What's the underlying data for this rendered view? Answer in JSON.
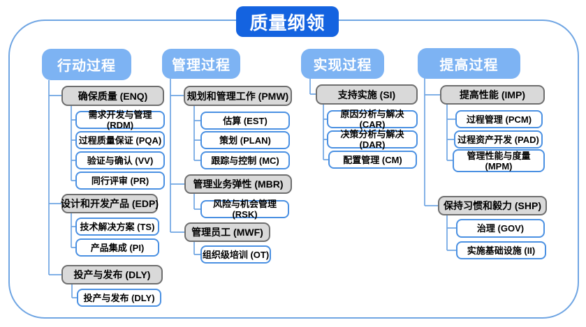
{
  "title": "质量纲领",
  "columns": [
    {
      "header": "行动过程",
      "groups": [
        {
          "label": "确保质量 (ENQ)",
          "children": [
            "需求开发与管理 (RDM)",
            "过程质量保证 (PQA)",
            "验证与确认 (VV)",
            "同行评审 (PR)"
          ]
        },
        {
          "label": "设计和开发产品 (EDP)",
          "children": [
            "技术解决方案 (TS)",
            "产品集成 (PI)"
          ]
        },
        {
          "label": "投产与发布 (DLY)",
          "children": [
            "投产与发布 (DLY)"
          ]
        }
      ]
    },
    {
      "header": "管理过程",
      "groups": [
        {
          "label": "规划和管理工作 (PMW)",
          "children": [
            "估算 (EST)",
            "策划 (PLAN)",
            "跟踪与控制 (MC)"
          ]
        },
        {
          "label": "管理业务弹性 (MBR)",
          "children": [
            "风险与机会管理 (RSK)"
          ]
        },
        {
          "label": "管理员工 (MWF)",
          "children": [
            "组织级培训 (OT)"
          ]
        }
      ]
    },
    {
      "header": "实现过程",
      "groups": [
        {
          "label": "支持实施 (SI)",
          "children": [
            "原因分析与解决 (CAR)",
            "决策分析与解决 (DAR)",
            "配置管理 (CM)"
          ]
        }
      ]
    },
    {
      "header": "提高过程",
      "groups": [
        {
          "label": "提高性能 (IMP)",
          "children": [
            "过程管理 (PCM)",
            "过程资产开发 (PAD)",
            "管理性能与度量 (MPM)"
          ]
        },
        {
          "label": "保持习惯和毅力 (SHP)",
          "children": [
            "治理 (GOV)",
            "实施基础设施 (II)"
          ]
        }
      ]
    }
  ],
  "colors": {
    "title_bg": "#1463E0",
    "header_bg": "#7DB3F3",
    "connector": "#6FA5E3",
    "group_fill": "#D9D9D9",
    "group_border": "#6E6E6E",
    "child_border": "#4A90E2"
  }
}
